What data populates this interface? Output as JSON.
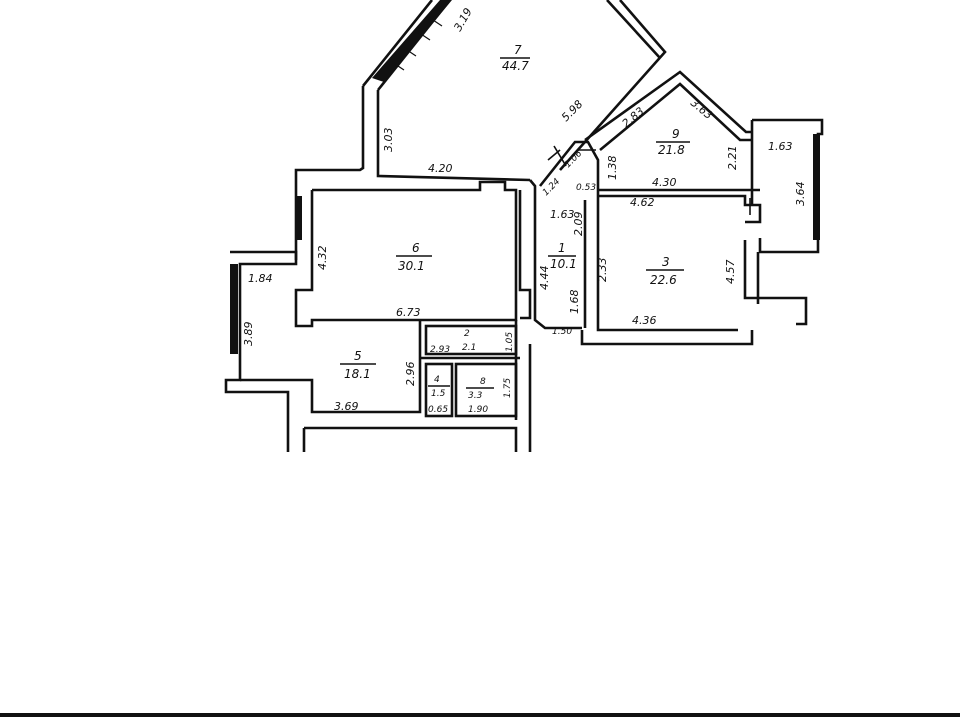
{
  "rooms": [
    {
      "id": "1",
      "number": "1",
      "area": "10.1"
    },
    {
      "id": "2",
      "number": "2",
      "area": "2.1"
    },
    {
      "id": "3",
      "number": "3",
      "area": "22.6"
    },
    {
      "id": "4",
      "number": "4",
      "area": "1.5"
    },
    {
      "id": "5",
      "number": "5",
      "area": "18.1"
    },
    {
      "id": "6",
      "number": "6",
      "area": "30.1"
    },
    {
      "id": "7",
      "number": "7",
      "area": "44.7"
    },
    {
      "id": "8",
      "number": "8",
      "area": "3.3"
    },
    {
      "id": "9",
      "number": "9",
      "area": "21.8"
    }
  ],
  "dimensions": {
    "d_319": "3.19",
    "d_303": "3.03",
    "d_420": "4.20",
    "d_598": "5.98",
    "d_283": "2.83",
    "d_363": "3.63",
    "d_221": "2.21",
    "d_163": "1.63",
    "d_364": "3.64",
    "d_138": "1.38",
    "d_430": "4.30",
    "d_462": "4.62",
    "d_457": "4.57",
    "d_436": "4.36",
    "d_106": "1.06",
    "d_124": "1.24",
    "d_053": "0.53",
    "d_163b": "1.63",
    "d_209": "2.09",
    "d_444": "4.44",
    "d_233": "2.33",
    "d_168": "1.68",
    "d_150": "1.50",
    "d_432": "4.32",
    "d_673": "6.73",
    "d_184": "1.84",
    "d_389": "3.89",
    "d_296": "2.96",
    "d_369": "3.69",
    "d_293": "2.93",
    "d_105": "1.05",
    "d_065": "0.65",
    "d_190": "1.90",
    "d_175": "1.75"
  }
}
